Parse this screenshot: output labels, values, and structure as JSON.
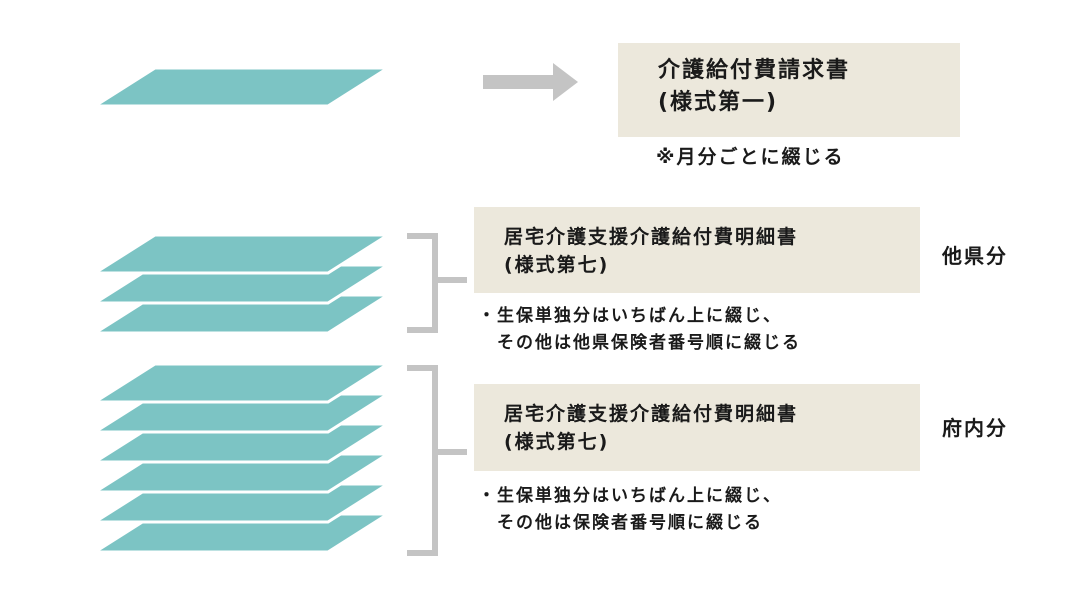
{
  "colors": {
    "sheet": "#7cc4c4",
    "sheet_highlight": "#8fcfcc",
    "connector": "#c4c4c4",
    "box_bg": "#ece8dc",
    "text": "#1a1a1a"
  },
  "top_section": {
    "sheet_count": 1,
    "box": {
      "line1": "介護給付費請求書",
      "line2": "(様式第一)"
    },
    "note": "※月分ごとに綴じる"
  },
  "groups": [
    {
      "sheet_count": 3,
      "box": {
        "line1": "居宅介護支援介護給付費明細書",
        "line2": "(様式第七)"
      },
      "side_label": "他県分",
      "notes": [
        "・生保単独分はいちばん上に綴じ、",
        "　その他は他県保険者番号順に綴じる"
      ]
    },
    {
      "sheet_count": 6,
      "box": {
        "line1": "居宅介護支援介護給付費明細書",
        "line2": "(様式第七)"
      },
      "side_label": "府内分",
      "notes": [
        "・生保単独分はいちばん上に綴じ、",
        "　その他は保険者番号順に綴じる"
      ]
    }
  ]
}
